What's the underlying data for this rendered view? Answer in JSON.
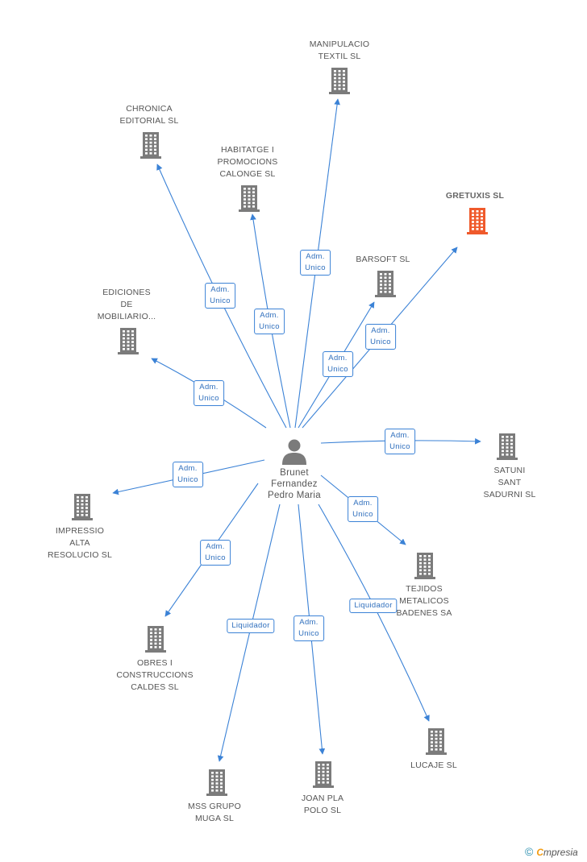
{
  "center": {
    "name_lines": [
      "Brunet",
      "Fernandez",
      "Pedro Maria"
    ],
    "icon": "person-icon"
  },
  "colors": {
    "company_icon": "#7b7b7b",
    "highlight_icon": "#ef5a2c",
    "edge": "#3b82d6",
    "label_text": "#555555"
  },
  "companies": [
    {
      "id": "manipulacio",
      "label_lines": [
        "MANIPULACIO",
        "TEXTIL SL"
      ],
      "highlight": false,
      "icon": "building-icon"
    },
    {
      "id": "chronica",
      "label_lines": [
        "CHRONICA",
        "EDITORIAL SL"
      ],
      "highlight": false,
      "icon": "building-icon"
    },
    {
      "id": "habitatge",
      "label_lines": [
        "HABITATGE I",
        "PROMOCIONS",
        "CALONGE SL"
      ],
      "highlight": false,
      "icon": "building-icon"
    },
    {
      "id": "gretuxis",
      "label_lines": [
        "GRETUXIS SL"
      ],
      "highlight": true,
      "icon": "building-icon"
    },
    {
      "id": "barsoft",
      "label_lines": [
        "BARSOFT SL"
      ],
      "highlight": false,
      "icon": "building-icon"
    },
    {
      "id": "ediciones",
      "label_lines": [
        "EDICIONES",
        "DE",
        "MOBILIARIO..."
      ],
      "highlight": false,
      "icon": "building-icon"
    },
    {
      "id": "satuni",
      "label_lines": [
        "SATUNI",
        "SANT",
        "SADURNI SL"
      ],
      "highlight": false,
      "icon": "building-icon"
    },
    {
      "id": "impressio",
      "label_lines": [
        "IMPRESSIO",
        "ALTA",
        "RESOLUCIO SL"
      ],
      "highlight": false,
      "icon": "building-icon"
    },
    {
      "id": "tejidos",
      "label_lines": [
        "TEJIDOS",
        "METALICOS",
        "BADENES SA"
      ],
      "highlight": false,
      "icon": "building-icon"
    },
    {
      "id": "obres",
      "label_lines": [
        "OBRES I",
        "CONSTRUCCIONS",
        "CALDES  SL"
      ],
      "highlight": false,
      "icon": "building-icon"
    },
    {
      "id": "lucaje",
      "label_lines": [
        "LUCAJE SL"
      ],
      "highlight": false,
      "icon": "building-icon"
    },
    {
      "id": "mss",
      "label_lines": [
        "MSS GRUPO",
        "MUGA SL"
      ],
      "highlight": false,
      "icon": "building-icon"
    },
    {
      "id": "joanpla",
      "label_lines": [
        "JOAN PLA",
        "POLO SL"
      ],
      "highlight": false,
      "icon": "building-icon"
    }
  ],
  "relations": [
    {
      "to": "manipulacio",
      "label_lines": [
        "Adm.",
        "Unico"
      ]
    },
    {
      "to": "chronica",
      "label_lines": [
        "Adm.",
        "Unico"
      ]
    },
    {
      "to": "habitatge",
      "label_lines": [
        "Adm.",
        "Unico"
      ]
    },
    {
      "to": "gretuxis",
      "label_lines": [
        "Adm.",
        "Unico"
      ]
    },
    {
      "to": "barsoft",
      "label_lines": [
        "Adm.",
        "Unico"
      ]
    },
    {
      "to": "ediciones",
      "label_lines": [
        "Adm.",
        "Unico"
      ]
    },
    {
      "to": "satuni",
      "label_lines": [
        "Adm.",
        "Unico"
      ]
    },
    {
      "to": "impressio",
      "label_lines": [
        "Adm.",
        "Unico"
      ]
    },
    {
      "to": "tejidos",
      "label_lines": [
        "Adm.",
        "Unico"
      ]
    },
    {
      "to": "obres",
      "label_lines": [
        "Adm.",
        "Unico"
      ]
    },
    {
      "to": "lucaje",
      "label_lines": [
        "Liquidador"
      ]
    },
    {
      "to": "mss",
      "label_lines": [
        "Liquidador"
      ]
    },
    {
      "to": "joanpla",
      "label_lines": [
        "Adm.",
        "Unico"
      ]
    }
  ],
  "footer": {
    "copyright": "©",
    "brand_first": "C",
    "brand_rest": "mpresia"
  }
}
